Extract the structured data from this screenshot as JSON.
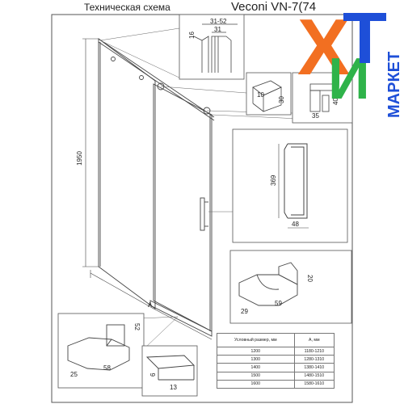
{
  "header": {
    "left_title": "Техническая схема",
    "right_title": "Veconi VN-7",
    "right_title_tail": "(74"
  },
  "logo": {
    "letters": [
      "Х",
      "И",
      "Т"
    ],
    "side_text": "МАРКЕТ",
    "colors": {
      "x": "#f26f21",
      "i": "#2fb34a",
      "t": "#1e4fd8",
      "side": "#1e4fd8"
    }
  },
  "drawing": {
    "height_label": "1950",
    "width_marker": "A",
    "profile_dims": [
      "31-52",
      "31",
      "16"
    ],
    "clip_dims": [
      "10",
      "30"
    ],
    "roller_dims": [
      "35",
      "40"
    ],
    "handle_dims": [
      "369",
      "48"
    ],
    "stopper_top_dims": [
      "20",
      "29",
      "59"
    ],
    "stopper_left_dims": [
      "25",
      "58",
      "52"
    ],
    "threshold_dims": [
      "6",
      "13"
    ]
  },
  "size_table": {
    "headers": [
      "Условный размер, мм",
      "А, мм"
    ],
    "rows": [
      [
        "1200",
        "1180-1210"
      ],
      [
        "1300",
        "1280-1310"
      ],
      [
        "1400",
        "1380-1410"
      ],
      [
        "1500",
        "1480-1510"
      ],
      [
        "1600",
        "1580-1610"
      ]
    ]
  }
}
